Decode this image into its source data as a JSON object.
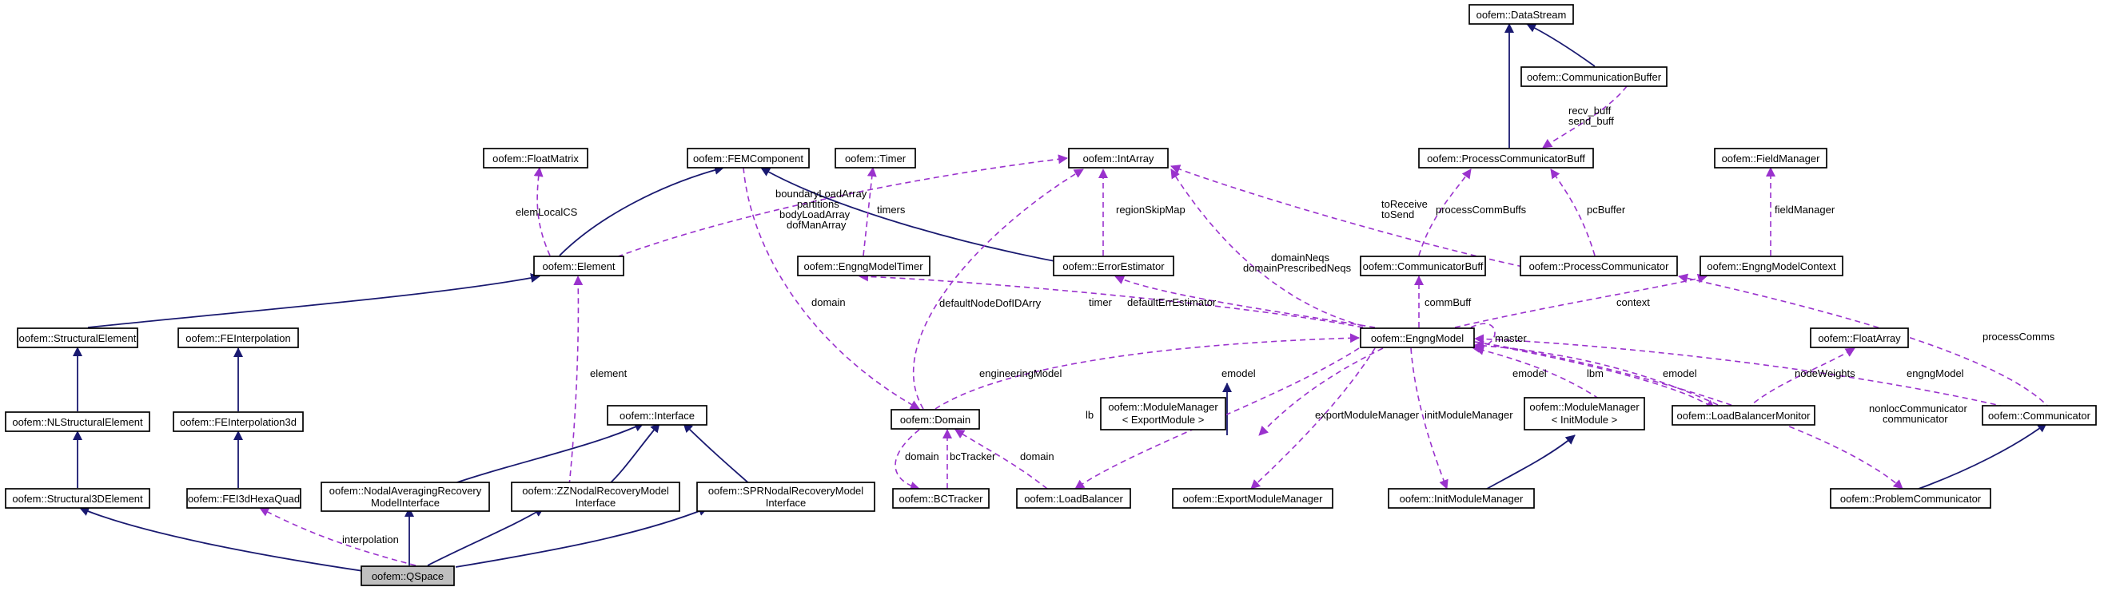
{
  "nodes": {
    "qspace": "oofem::QSpace",
    "structural3d": "oofem::Structural3DElement",
    "nlstructural": "oofem::NLStructuralElement",
    "structural": "oofem::StructuralElement",
    "element": "oofem::Element",
    "floatmatrix": "oofem::FloatMatrix",
    "femcomponent": "oofem::FEMComponent",
    "timer": "oofem::Timer",
    "intarray": "oofem::IntArray",
    "datastream": "oofem::DataStream",
    "commbuffer": "oofem::CommunicationBuffer",
    "pcommbuff": "oofem::ProcessCommunicatorBuff",
    "fieldmanager": "oofem::FieldManager",
    "feinterp": "oofem::FEInterpolation",
    "feinterp3d": "oofem::FEInterpolation3d",
    "fei3dhexaquad": "oofem::FEI3dHexaQuad",
    "interface": "oofem::Interface",
    "nodalavg_1": "oofem::NodalAveragingRecovery",
    "nodalavg_2": "ModelInterface",
    "zznodal_1": "oofem::ZZNodalRecoveryModel",
    "zznodal_2": "Interface",
    "sprnodal_1": "oofem::SPRNodalRecoveryModel",
    "sprnodal_2": "Interface",
    "domain": "oofem::Domain",
    "bctracker": "oofem::BCTracker",
    "loadbalancer": "oofem::LoadBalancer",
    "engngmodeltimer": "oofem::EngngModelTimer",
    "errorestimator": "oofem::ErrorEstimator",
    "engngmodel": "oofem::EngngModel",
    "communicatorbuff": "oofem::CommunicatorBuff",
    "processcommunicator": "oofem::ProcessCommunicator",
    "engngmodelcontext": "oofem::EngngModelContext",
    "modmgr_export_1": "oofem::ModuleManager",
    "modmgr_export_2": "< ExportModule >",
    "exportmodulemanager": "oofem::ExportModuleManager",
    "modmgr_init_1": "oofem::ModuleManager",
    "modmgr_init_2": "< InitModule >",
    "initmodulemanager": "oofem::InitModuleManager",
    "floatarray": "oofem::FloatArray",
    "loadbalancermonitor": "oofem::LoadBalancerMonitor",
    "communicator": "oofem::Communicator",
    "problemcommunicator": "oofem::ProblemCommunicator"
  },
  "edge_labels": {
    "interpolation": "interpolation",
    "element": "element",
    "elemLocalCS": "elemLocalCS",
    "boundaryLoadArray": "boundaryLoadArray",
    "partitions": "partitions",
    "bodyLoadArray": "bodyLoadArray",
    "dofManArray": "dofManArray",
    "timers": "timers",
    "regionSkipMap": "regionSkipMap",
    "defaultNodeDofIDArry": "defaultNodeDofIDArry",
    "domain_fem": "domain",
    "domain_bct": "domain",
    "domain_lb": "domain",
    "bcTracker": "bcTracker",
    "engineeringModel": "engineeringModel",
    "timer": "timer",
    "defaultErrEstimator": "defaultErrEstimator",
    "domainNeqs": "domainNeqs",
    "domainPrescribedNeqs": "domainPrescribedNeqs",
    "toReceive": "toReceive",
    "toSend": "toSend",
    "recv_buff": "recv_buff",
    "send_buff": "send_buff",
    "processCommBuffs": "processCommBuffs",
    "pcBuffer": "pcBuffer",
    "fieldManager": "fieldManager",
    "commBuff": "commBuff",
    "context": "context",
    "master": "master",
    "emodel_mm": "emodel",
    "lb": "lb",
    "exportModuleManager": "exportModuleManager",
    "initModuleManager": "initModuleManager",
    "emodel_lbm1": "emodel",
    "lbm": "lbm",
    "emodel_lbm2": "emodel",
    "nodeWeights": "nodeWeights",
    "engngModel": "engngModel",
    "nonlocCommunicator": "nonlocCommunicator",
    "communicator": "communicator",
    "processComms": "processComms"
  },
  "colors": {
    "inheritance": "#191970",
    "usage": "#9a32cd",
    "highlight_fill": "#bfbfbf"
  }
}
